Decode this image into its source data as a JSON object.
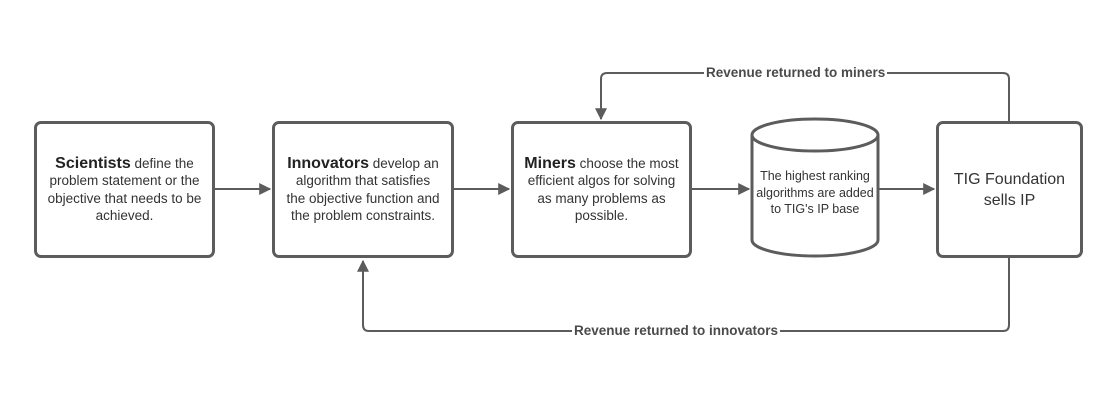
{
  "nodes": {
    "scientists": {
      "bold": "Scientists",
      "text": " define the problem statement or the objective that needs to be achieved."
    },
    "innovators": {
      "bold": "Innovators",
      "text": " develop an algorithm that satisfies the objective function and the problem constraints."
    },
    "miners": {
      "bold": "Miners",
      "text": " choose the most efficient algos for solving as many problems as possible."
    },
    "ip_base": {
      "text": "The highest ranking algorithms are added to TIG's IP base"
    },
    "foundation": {
      "text": "TIG Foundation sells IP"
    }
  },
  "edges": {
    "revenue_miners": "Revenue returned to miners",
    "revenue_innovators": "Revenue returned to innovators"
  },
  "colors": {
    "stroke": "#5c5c5c",
    "text": "#333333"
  }
}
